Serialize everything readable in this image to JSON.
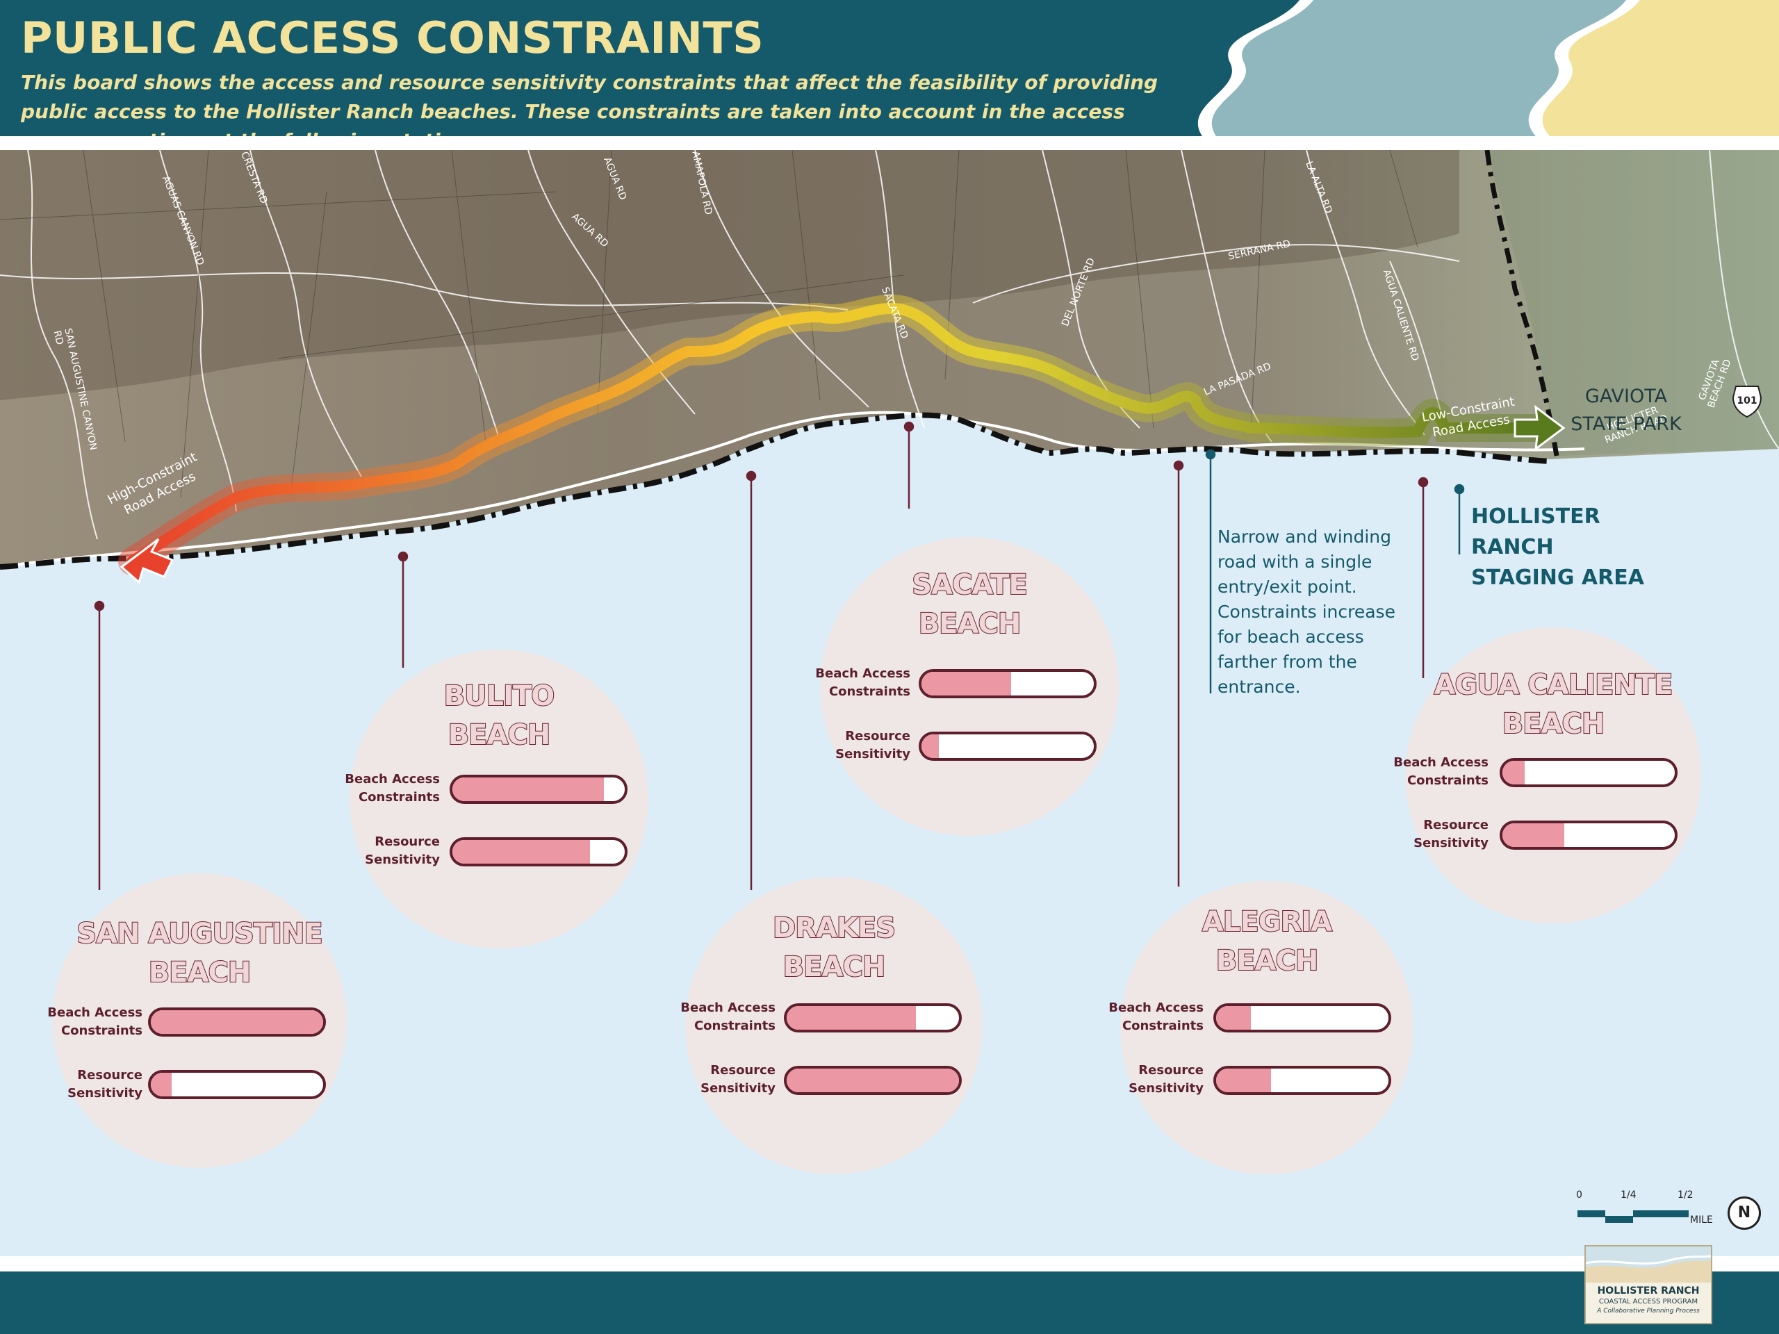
{
  "header": {
    "title": "PUBLIC ACCESS CONSTRAINTS",
    "subtitle": "This board shows the access and resource sensitivity constraints that affect the feasibility of providing public access to the Hollister Ranch beaches. These constraints are taken into account in the access program options at the following stations."
  },
  "colors": {
    "header_bg": "#155a6a",
    "title": "#f2e29a",
    "ocean": "#dcedf8",
    "bar_fill": "#ec97a4",
    "bar_outline": "#5e1f2c",
    "high_constraint": "#e8412c",
    "low_constraint": "#5a7a1e"
  },
  "map": {
    "park_label": "GAVIOTA STATE PARK",
    "high_constraint_label": "High-Constraint Road Access",
    "low_constraint_label": "Low-Constraint Road Access",
    "staging_area": "HOLLISTER RANCH STAGING AREA",
    "note": "Narrow and winding road with a single entry/exit point. Constraints increase for beach access farther from the entrance.",
    "roads": [
      "SAN AUGUSTINE CANYON RD",
      "AGUAS CANYON RD",
      "CRESTA RD",
      "AGUA RD",
      "AGUA RD",
      "AMAPOLA RD",
      "SACATA RD",
      "DEL NORTE RD",
      "SERRANA RD",
      "LA ALTA RD",
      "AGUA CALIENTE RD",
      "LA PASADA RD",
      "HOLLISTER RANCH ROAD",
      "GAVIOTA BEACH RD"
    ],
    "highway": "101"
  },
  "beaches": [
    {
      "name_line1": "SAN AUGUSTINE",
      "name_line2": "BEACH",
      "access_label": "Beach Access Constraints",
      "resource_label": "Resource Sensitivity",
      "access_level": 1.0,
      "resource_level": 0.12
    },
    {
      "name_line1": "BULITO",
      "name_line2": "BEACH",
      "access_label": "Beach Access Constraints",
      "resource_label": "Resource Sensitivity",
      "access_level": 0.88,
      "resource_level": 0.8
    },
    {
      "name_line1": "DRAKES",
      "name_line2": "BEACH",
      "access_label": "Beach Access Constraints",
      "resource_label": "Resource Sensitivity",
      "access_level": 0.75,
      "resource_level": 1.0
    },
    {
      "name_line1": "SACATE",
      "name_line2": "BEACH",
      "access_label": "Beach Access Constraints",
      "resource_label": "Resource Sensitivity",
      "access_level": 0.52,
      "resource_level": 0.1
    },
    {
      "name_line1": "ALEGRIA",
      "name_line2": "BEACH",
      "access_label": "Beach Access Constraints",
      "resource_label": "Resource Sensitivity",
      "access_level": 0.2,
      "resource_level": 0.32
    },
    {
      "name_line1": "AGUA CALIENTE",
      "name_line2": "BEACH",
      "access_label": "Beach Access Constraints",
      "resource_label": "Resource Sensitivity",
      "access_level": 0.13,
      "resource_level": 0.36
    }
  ],
  "scale": {
    "zero": "0",
    "quarter": "1/4",
    "half": "1/2",
    "unit": "MILE",
    "north": "N"
  },
  "logo": {
    "title": "HOLLISTER RANCH",
    "subtitle": "COASTAL ACCESS PROGRAM",
    "tagline": "A Collaborative Planning Process"
  }
}
